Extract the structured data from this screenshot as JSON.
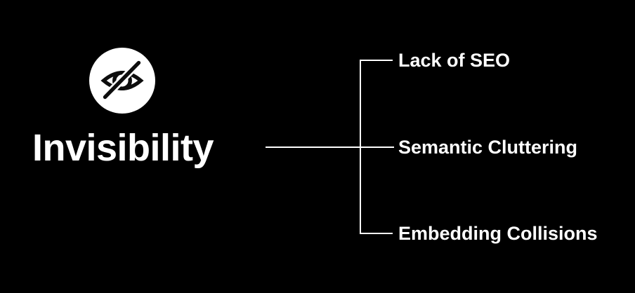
{
  "diagram": {
    "root": {
      "label": "Invisibility",
      "icon": "eye-off-icon"
    },
    "branches": [
      {
        "label": "Lack of SEO"
      },
      {
        "label": "Semantic Cluttering"
      },
      {
        "label": "Embedding Collisions"
      }
    ]
  },
  "colors": {
    "background": "#000000",
    "text": "#ffffff",
    "line": "#ffffff",
    "icon_background": "#ffffff",
    "icon_glyph": "#0d0d0d"
  }
}
